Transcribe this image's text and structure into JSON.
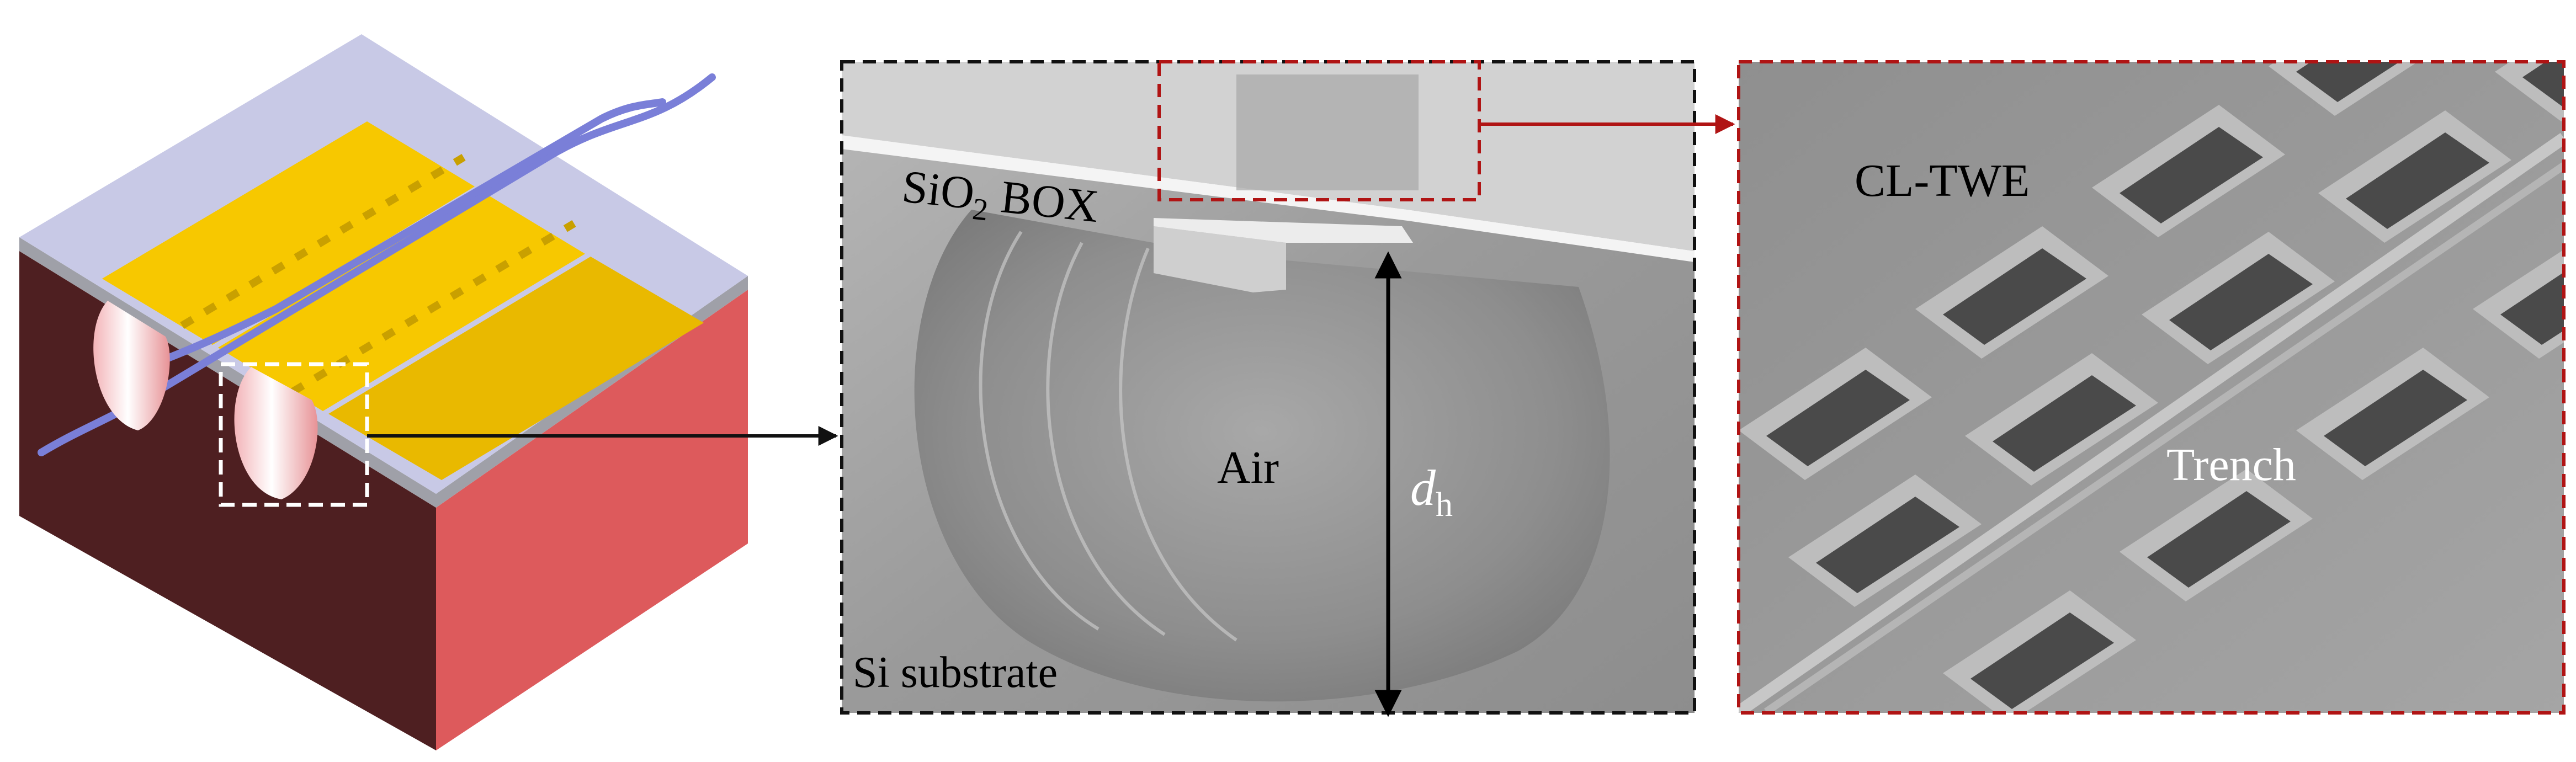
{
  "panels": {
    "sem_cross_section": {
      "labels": {
        "box_main": "SiO",
        "box_sub": "2",
        "box_tail": " BOX",
        "air": "Air",
        "depth_main": "d",
        "depth_sub": "h",
        "substrate": "Si substrate"
      }
    },
    "sem_top_view": {
      "labels": {
        "electrode": "CL-TWE",
        "trench": "Trench"
      }
    }
  },
  "colors": {
    "substrate_front": "#4e1f21",
    "substrate_side": "#dd5a5c",
    "top_cladding": "#c8c9e6",
    "electrode_gold": "#f7c800",
    "waveguide": "#7a7fd8",
    "air_cavity": "#f6c9cc",
    "zoom_box_black": "#111111",
    "zoom_box_red": "#b01414",
    "sem_grey": "#9a9a9a"
  }
}
